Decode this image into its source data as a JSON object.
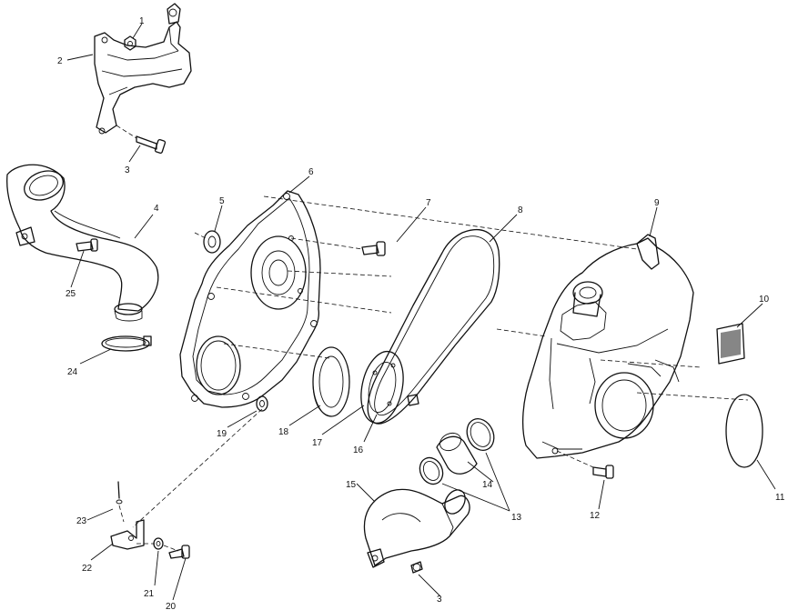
{
  "callouts": [
    {
      "id": "c1",
      "label": "1"
    },
    {
      "id": "c2",
      "label": "2"
    },
    {
      "id": "c3a",
      "label": "3"
    },
    {
      "id": "c4",
      "label": "4"
    },
    {
      "id": "c5",
      "label": "5"
    },
    {
      "id": "c6",
      "label": "6"
    },
    {
      "id": "c7",
      "label": "7"
    },
    {
      "id": "c8",
      "label": "8"
    },
    {
      "id": "c9",
      "label": "9"
    },
    {
      "id": "c10",
      "label": "10"
    },
    {
      "id": "c11",
      "label": "11"
    },
    {
      "id": "c12",
      "label": "12"
    },
    {
      "id": "c13",
      "label": "13"
    },
    {
      "id": "c14",
      "label": "14"
    },
    {
      "id": "c15",
      "label": "15"
    },
    {
      "id": "c16",
      "label": "16"
    },
    {
      "id": "c17",
      "label": "17"
    },
    {
      "id": "c18",
      "label": "18"
    },
    {
      "id": "c19",
      "label": "19"
    },
    {
      "id": "c20",
      "label": "20"
    },
    {
      "id": "c21",
      "label": "21"
    },
    {
      "id": "c22",
      "label": "22"
    },
    {
      "id": "c23",
      "label": "23"
    },
    {
      "id": "c24",
      "label": "24"
    },
    {
      "id": "c25",
      "label": "25"
    },
    {
      "id": "c3b",
      "label": "3"
    }
  ]
}
